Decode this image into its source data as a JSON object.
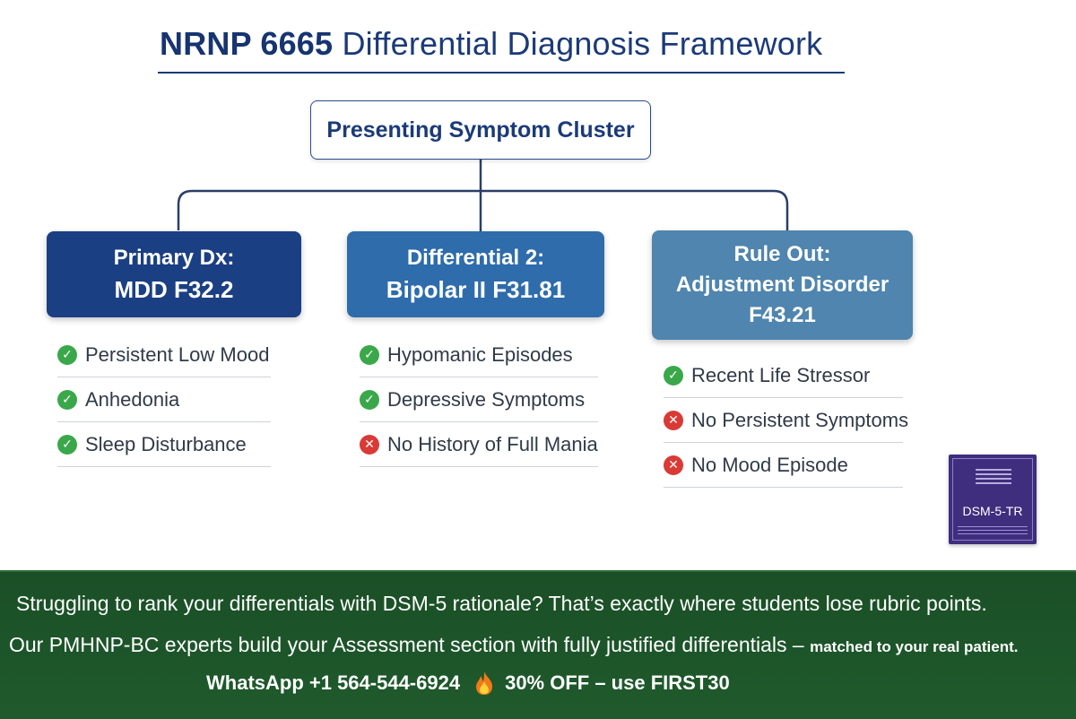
{
  "header": {
    "title_bold": "NRNP 6665",
    "title_rest": "Differential Diagnosis Framework"
  },
  "root": {
    "label": "Presenting Symptom Cluster"
  },
  "branches": [
    {
      "line1": "Primary Dx:",
      "line2": "MDD F32.2",
      "line3": "",
      "color": "#1b3f83",
      "criteria": [
        {
          "text": "Persistent Low Mood",
          "status": "check-icon"
        },
        {
          "text": "Anhedonia",
          "status": "check-icon"
        },
        {
          "text": "Sleep Disturbance",
          "status": "check-icon"
        }
      ]
    },
    {
      "line1": "Differential 2:",
      "line2": "Bipolar II F31.81",
      "line3": "",
      "color": "#2e6cab",
      "criteria": [
        {
          "text": "Hypomanic Episodes",
          "status": "check-icon"
        },
        {
          "text": "Depressive Symptoms",
          "status": "check-icon"
        },
        {
          "text": "No History of Full Mania",
          "status": "x-icon"
        }
      ]
    },
    {
      "line1": "Rule Out:",
      "line2": "Adjustment Disorder",
      "line3": "F43.21",
      "color": "#4f85ae",
      "criteria": [
        {
          "text": "Recent Life Stressor",
          "status": "check-icon"
        },
        {
          "text": "No Persistent Symptoms",
          "status": "x-icon"
        },
        {
          "text": "No Mood Episode",
          "status": "x-icon"
        }
      ]
    }
  ],
  "badge": {
    "label": "DSM-5-TR",
    "color": "#3f2d7e"
  },
  "banner": {
    "line1": "Struggling to rank your differentials with DSM-5 rationale? That’s exactly where students lose rubric points.",
    "line2_main": "Our PMHNP-BC experts build your Assessment section with fully justified differentials –",
    "line2_small": "matched to your real patient.",
    "contact": "WhatsApp +1 564-544-6924",
    "offer": "30% OFF – use FIRST30",
    "color": "#1f5a2c"
  }
}
